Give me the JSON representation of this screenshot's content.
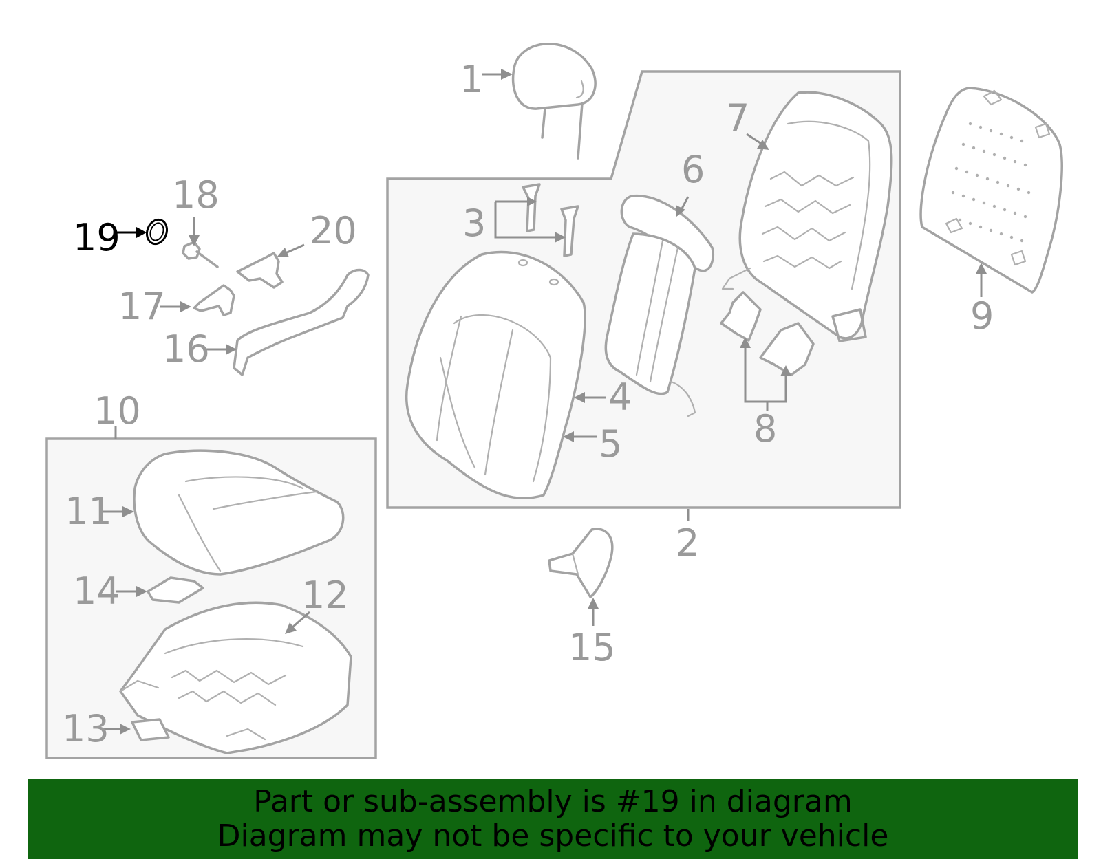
{
  "diagram": {
    "callouts": [
      "1",
      "2",
      "3",
      "4",
      "5",
      "6",
      "7",
      "8",
      "9",
      "10",
      "11",
      "12",
      "13",
      "14",
      "15",
      "16",
      "17",
      "18",
      "19",
      "20"
    ],
    "highlighted_callout": "19"
  },
  "banner": {
    "line1": "Part or sub-assembly is #19 in diagram",
    "line2": "Diagram may not be specific to your vehicle",
    "background_color": "#0f650f",
    "text_color": "#000000"
  },
  "colors": {
    "line_art": "#a3a3a3",
    "callout_text": "#9a9a9a",
    "highlight": "#000000"
  }
}
